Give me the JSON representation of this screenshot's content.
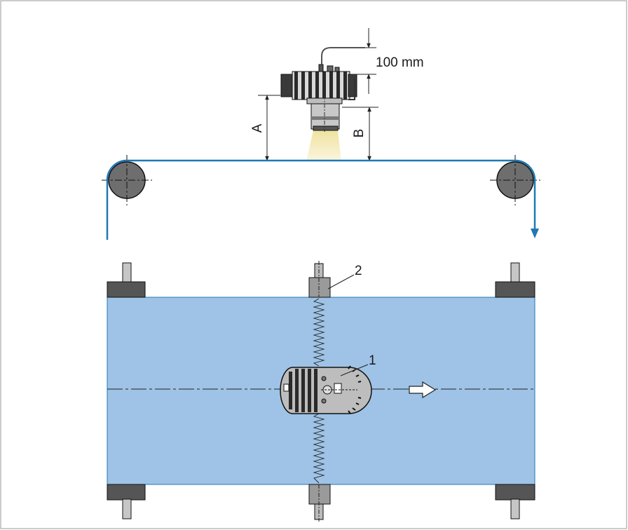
{
  "labels": {
    "offset": "100 mm",
    "dim_a": "A",
    "dim_b": "B",
    "callout_1": "1",
    "callout_2": "2"
  },
  "colors": {
    "belt_line": "#1f78b4",
    "belt_face": "#9ec3e6",
    "roller": "#6e6e6e",
    "beam": "#f7efc0",
    "outline": "#222222"
  }
}
